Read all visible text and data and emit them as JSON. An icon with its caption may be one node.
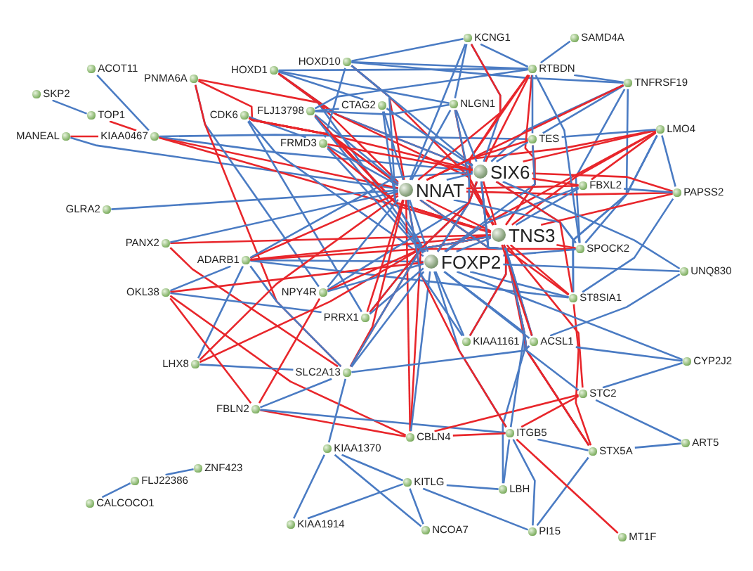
{
  "diagram": {
    "nodes": [
      {
        "text": [
          "KCNG1"
        ]
      },
      {
        "text": [
          "SAMD4A"
        ]
      },
      {
        "text": [
          "HOXD10"
        ]
      },
      {
        "text": [
          "ACOT11"
        ]
      },
      {
        "text": [
          "RTBDN"
        ]
      },
      {
        "text": [
          "HOXD1"
        ]
      },
      {
        "text": [
          "PNMA6A"
        ]
      },
      {
        "text": [
          "TNFRSF19"
        ]
      },
      {
        "text": [
          "SKP2"
        ]
      },
      {
        "text": [
          "NLGN1"
        ]
      },
      {
        "text": [
          "CTAG2"
        ]
      },
      {
        "text": [
          "FLJ13798"
        ]
      },
      {
        "text": [
          "TOP1"
        ]
      },
      {
        "text": [
          "CDK6"
        ]
      },
      {
        "text": [
          "LMO4"
        ]
      },
      {
        "text": [
          "MANEAL"
        ]
      },
      {
        "text": [
          "KIAA0467"
        ]
      },
      {
        "text": [
          "TES"
        ]
      },
      {
        "text": [
          "FRMD3"
        ]
      },
      {
        "text": [
          "SIX6"
        ]
      },
      {
        "text": [
          "FBXL2"
        ]
      },
      {
        "text": [
          "NNAT"
        ]
      },
      {
        "text": [
          "PAPSS2"
        ]
      },
      {
        "text": [
          "GLRA2"
        ]
      },
      {
        "text": [
          "TNS3"
        ]
      },
      {
        "text": [
          "PANX2"
        ]
      },
      {
        "text": [
          "SPOCK2"
        ]
      },
      {
        "text": [
          "ADARB1"
        ]
      },
      {
        "text": [
          "FOXP2"
        ]
      },
      {
        "text": [
          "UNQ830"
        ]
      },
      {
        "text": [
          "OKL38"
        ]
      },
      {
        "text": [
          "NPY4R"
        ]
      },
      {
        "text": [
          "ST8SIA1"
        ]
      },
      {
        "text": [
          "PRRX1"
        ]
      },
      {
        "text": [
          "KIAA1161"
        ]
      },
      {
        "text": [
          "ACSL1"
        ]
      },
      {
        "text": [
          "CYP2J2"
        ]
      },
      {
        "text": [
          "LHX8"
        ]
      },
      {
        "text": [
          "SLC2A13"
        ]
      },
      {
        "text": [
          "STC2"
        ]
      },
      {
        "text": [
          "FBLN2"
        ]
      },
      {
        "text": [
          "ITGB5"
        ]
      },
      {
        "text": [
          "CBLN4"
        ]
      },
      {
        "text": [
          "ART5"
        ]
      },
      {
        "text": [
          "KIAA1370"
        ]
      },
      {
        "text": [
          "STX5A"
        ]
      },
      {
        "text": [
          "ZNF423"
        ]
      },
      {
        "text": [
          "FLJ22386"
        ]
      },
      {
        "text": [
          "KITLG"
        ]
      },
      {
        "text": [
          "LBH"
        ]
      },
      {
        "text": [
          "CALCOCO1"
        ]
      },
      {
        "text": [
          "KIAA1914"
        ]
      },
      {
        "text": [
          "NCOA7"
        ]
      },
      {
        "text": [
          "PI15"
        ]
      },
      {
        "text": [
          "MT1F"
        ]
      }
    ],
    "edges": [
      {
        "from": 3,
        "to": 16,
        "arrow": "none"
      },
      {
        "from": 8,
        "to": 12,
        "arrow": "none"
      },
      {
        "from": 12,
        "to": 16,
        "arrow": "none",
        "color": "#e8262b"
      },
      {
        "from": 15,
        "to": 16,
        "arrow": "none",
        "color": "#e8262b"
      },
      {
        "from": 15,
        "to": 21,
        "arrow": "none"
      },
      {
        "from": 16,
        "to": 17,
        "arrow": "none"
      },
      {
        "from": 16,
        "to": 21,
        "arrow": "none",
        "color": "#e8262b"
      },
      {
        "from": 16,
        "to": 19,
        "arrow": "none"
      },
      {
        "from": 16,
        "to": 24,
        "arrow": "none",
        "color": "#e8262b"
      },
      {
        "from": 6,
        "to": 19,
        "arrow": "none",
        "color": "#e8262b"
      },
      {
        "from": 6,
        "to": 21,
        "arrow": "none",
        "color": "#e8262b"
      },
      {
        "from": 6,
        "to": 31,
        "arrow": "none"
      },
      {
        "from": 6,
        "to": 38,
        "arrow": "none",
        "color": "#e8262b"
      },
      {
        "from": 5,
        "to": 10,
        "arrow": "none"
      },
      {
        "from": 5,
        "to": 9,
        "arrow": "none"
      },
      {
        "from": 5,
        "to": 4,
        "arrow": "none"
      },
      {
        "from": 5,
        "to": 19,
        "arrow": "none"
      },
      {
        "from": 5,
        "to": 28,
        "arrow": "none"
      },
      {
        "from": 5,
        "to": 24,
        "arrow": "none",
        "color": "#e8262b"
      },
      {
        "from": 5,
        "to": 21,
        "arrow": "none",
        "color": "#e8262b"
      },
      {
        "from": 2,
        "to": 0,
        "arrow": "none"
      },
      {
        "from": 2,
        "to": 4,
        "arrow": "none"
      },
      {
        "from": 2,
        "to": 7,
        "arrow": "none"
      },
      {
        "from": 2,
        "to": 21,
        "arrow": "none",
        "color": "#e8262b"
      },
      {
        "from": 2,
        "to": 24,
        "arrow": "none",
        "color": "#e8262b"
      },
      {
        "from": 2,
        "to": 28,
        "arrow": "none"
      },
      {
        "from": 2,
        "to": 19,
        "arrow": "none"
      },
      {
        "from": 2,
        "to": 18,
        "arrow": "none"
      },
      {
        "from": 13,
        "to": 18,
        "arrow": "none"
      },
      {
        "from": 13,
        "to": 21,
        "arrow": "none",
        "color": "#e8262b"
      },
      {
        "from": 13,
        "to": 19,
        "arrow": "none",
        "color": "#e8262b"
      },
      {
        "from": 13,
        "to": 24,
        "arrow": "none",
        "color": "#e8262b"
      },
      {
        "from": 13,
        "to": 28,
        "arrow": "none"
      },
      {
        "from": 13,
        "to": 33,
        "arrow": "none"
      },
      {
        "from": 11,
        "to": 10,
        "arrow": "none"
      },
      {
        "from": 11,
        "to": 9,
        "arrow": "none"
      },
      {
        "from": 11,
        "to": 4,
        "arrow": "none"
      },
      {
        "from": 11,
        "to": 21,
        "arrow": "none"
      },
      {
        "from": 11,
        "to": 24,
        "arrow": "none",
        "color": "#e8262b"
      },
      {
        "from": 11,
        "to": 28,
        "arrow": "none"
      },
      {
        "from": 23,
        "to": 21,
        "arrow": "none"
      },
      {
        "from": 25,
        "to": 24,
        "arrow": "none",
        "color": "#e8262b"
      },
      {
        "from": 25,
        "to": 38,
        "arrow": "none",
        "color": "#e8262b"
      },
      {
        "from": 25,
        "to": 21,
        "arrow": "none"
      },
      {
        "from": 27,
        "to": 37,
        "arrow": "none"
      },
      {
        "from": 27,
        "to": 30,
        "arrow": "none"
      },
      {
        "from": 27,
        "to": 38,
        "arrow": "none"
      },
      {
        "from": 27,
        "to": 21,
        "arrow": "none",
        "color": "#e8262b"
      },
      {
        "from": 27,
        "to": 19,
        "arrow": "none"
      },
      {
        "from": 27,
        "to": 28,
        "arrow": "none"
      },
      {
        "from": 27,
        "to": 24,
        "arrow": "none",
        "color": "#e8262b"
      },
      {
        "from": 27,
        "to": 32,
        "arrow": "none"
      },
      {
        "from": 27,
        "to": 26,
        "arrow": "none",
        "color": "#e8262b"
      },
      {
        "from": 30,
        "to": 28,
        "arrow": "none",
        "color": "#e8262b"
      },
      {
        "from": 30,
        "to": 33,
        "arrow": "none"
      },
      {
        "from": 30,
        "to": 42,
        "arrow": "none",
        "color": "#e8262b"
      },
      {
        "from": 37,
        "to": 38,
        "arrow": "none"
      },
      {
        "from": 37,
        "to": 21,
        "arrow": "none",
        "color": "#e8262b"
      },
      {
        "from": 37,
        "to": 24,
        "arrow": "none",
        "color": "#e8262b"
      },
      {
        "from": 40,
        "to": 30,
        "arrow": "none",
        "color": "#e8262b"
      },
      {
        "from": 40,
        "to": 31,
        "arrow": "none",
        "color": "#e8262b"
      },
      {
        "from": 40,
        "to": 38,
        "arrow": "none"
      },
      {
        "from": 40,
        "to": 42,
        "arrow": "none",
        "color": "#e8262b"
      },
      {
        "from": 40,
        "to": 41,
        "arrow": "none"
      },
      {
        "from": 44,
        "to": 38,
        "arrow": "none"
      },
      {
        "from": 44,
        "to": 51,
        "arrow": "none"
      },
      {
        "from": 44,
        "to": 52,
        "arrow": "none"
      },
      {
        "from": 44,
        "to": 48,
        "arrow": "none"
      },
      {
        "from": 51,
        "to": 48,
        "arrow": "none"
      },
      {
        "from": 48,
        "to": 49,
        "arrow": "none"
      },
      {
        "from": 48,
        "to": 53,
        "arrow": "none"
      },
      {
        "from": 48,
        "to": 52,
        "arrow": "none"
      },
      {
        "from": 49,
        "to": 41,
        "arrow": "none"
      },
      {
        "from": 49,
        "to": 24,
        "arrow": "none"
      },
      {
        "from": 53,
        "to": 41,
        "arrow": "none"
      },
      {
        "from": 53,
        "to": 45,
        "arrow": "none"
      },
      {
        "from": 54,
        "to": 41,
        "arrow": "none",
        "color": "#e8262b"
      },
      {
        "from": 43,
        "to": 45,
        "arrow": "none"
      },
      {
        "from": 43,
        "to": 39,
        "arrow": "none"
      },
      {
        "from": 45,
        "to": 41,
        "arrow": "none"
      },
      {
        "from": 45,
        "to": 32,
        "arrow": "none",
        "color": "#e8262b"
      },
      {
        "from": 45,
        "to": 28,
        "arrow": "none"
      },
      {
        "from": 45,
        "to": 21,
        "arrow": "none",
        "color": "#e8262b"
      },
      {
        "from": 45,
        "to": 19,
        "arrow": "none",
        "color": "#e8262b"
      },
      {
        "from": 39,
        "to": 36,
        "arrow": "none"
      },
      {
        "from": 39,
        "to": 41,
        "arrow": "none",
        "color": "#e8262b"
      },
      {
        "from": 39,
        "to": 42,
        "arrow": "none",
        "color": "#e8262b"
      },
      {
        "from": 39,
        "to": 28,
        "arrow": "none"
      },
      {
        "from": 39,
        "to": 24,
        "arrow": "none",
        "color": "#e8262b"
      },
      {
        "from": 42,
        "to": 41,
        "arrow": "none",
        "color": "#e8262b"
      },
      {
        "from": 42,
        "to": 21,
        "arrow": "none",
        "color": "#e8262b"
      },
      {
        "from": 42,
        "to": 24,
        "arrow": "none",
        "color": "#e8262b"
      },
      {
        "from": 42,
        "to": 28,
        "arrow": "none"
      },
      {
        "from": 41,
        "to": 28,
        "arrow": "none"
      },
      {
        "from": 41,
        "to": 19,
        "arrow": "none"
      },
      {
        "from": 41,
        "to": 21,
        "arrow": "none",
        "color": "#e8262b"
      },
      {
        "from": 29,
        "to": 35,
        "arrow": "none"
      },
      {
        "from": 36,
        "to": 35,
        "arrow": "none"
      },
      {
        "from": 36,
        "to": 28,
        "arrow": "none"
      },
      {
        "from": 1,
        "to": 4,
        "arrow": "none"
      },
      {
        "from": 4,
        "to": 7,
        "arrow": "none"
      },
      {
        "from": 4,
        "to": 0,
        "arrow": "none"
      },
      {
        "from": 7,
        "to": 17,
        "arrow": "none"
      },
      {
        "from": 7,
        "to": 19,
        "arrow": "none"
      },
      {
        "from": 7,
        "to": 26,
        "arrow": "none"
      },
      {
        "from": 7,
        "to": 32,
        "arrow": "none"
      },
      {
        "from": 7,
        "to": 21,
        "arrow": "none",
        "color": "#e8262b"
      },
      {
        "from": 14,
        "to": 19,
        "arrow": "none",
        "color": "#e8262b"
      },
      {
        "from": 14,
        "to": 21,
        "arrow": "none",
        "color": "#e8262b"
      },
      {
        "from": 14,
        "to": 24,
        "arrow": "none",
        "color": "#e8262b"
      },
      {
        "from": 14,
        "to": 28,
        "arrow": "none",
        "color": "#e8262b"
      },
      {
        "from": 14,
        "to": 20,
        "arrow": "none",
        "color": "#e8262b"
      },
      {
        "from": 14,
        "to": 17,
        "arrow": "none"
      },
      {
        "from": 14,
        "to": 26,
        "arrow": "none"
      },
      {
        "from": 14,
        "to": 32,
        "arrow": "none"
      },
      {
        "from": 14,
        "to": 22,
        "arrow": "none"
      },
      {
        "from": 22,
        "to": 19,
        "arrow": "none",
        "color": "#e8262b"
      },
      {
        "from": 22,
        "to": 21,
        "arrow": "none",
        "color": "#e8262b"
      },
      {
        "from": 22,
        "to": 24,
        "arrow": "none",
        "color": "#e8262b"
      },
      {
        "from": 22,
        "to": 20,
        "arrow": "none"
      },
      {
        "from": 22,
        "to": 32,
        "arrow": "none"
      },
      {
        "from": 46,
        "to": 47,
        "arrow": "none"
      },
      {
        "from": 47,
        "to": 50,
        "arrow": "none"
      },
      {
        "from": 0,
        "to": 19,
        "arrow": "none"
      },
      {
        "from": 0,
        "to": 21,
        "arrow": "none"
      },
      {
        "from": 0,
        "to": 24,
        "arrow": "none",
        "color": "#e8262b"
      },
      {
        "from": 0,
        "to": 9,
        "arrow": "none"
      },
      {
        "from": 4,
        "to": 19,
        "arrow": "none",
        "color": "#e8262b"
      },
      {
        "from": 4,
        "to": 21,
        "arrow": "none",
        "color": "#e8262b"
      },
      {
        "from": 4,
        "to": 24,
        "arrow": "none",
        "color": "#e8262b"
      },
      {
        "from": 4,
        "to": 28,
        "arrow": "none",
        "color": "#e8262b"
      },
      {
        "from": 4,
        "to": 26,
        "arrow": "none"
      },
      {
        "from": 4,
        "to": 17,
        "arrow": "none"
      },
      {
        "from": 9,
        "to": 19,
        "arrow": "none"
      },
      {
        "from": 9,
        "to": 21,
        "arrow": "none"
      },
      {
        "from": 9,
        "to": 24,
        "arrow": "none",
        "color": "#e8262b"
      },
      {
        "from": 9,
        "to": 28,
        "arrow": "none"
      },
      {
        "from": 10,
        "to": 19,
        "arrow": "none"
      },
      {
        "from": 10,
        "to": 21,
        "arrow": "none"
      },
      {
        "from": 10,
        "to": 28,
        "arrow": "none"
      },
      {
        "from": 18,
        "to": 21,
        "arrow": "none"
      },
      {
        "from": 18,
        "to": 19,
        "arrow": "none",
        "color": "#e8262b"
      },
      {
        "from": 18,
        "to": 24,
        "arrow": "none",
        "color": "#e8262b"
      },
      {
        "from": 18,
        "to": 28,
        "arrow": "none"
      },
      {
        "from": 17,
        "to": 19,
        "arrow": "none"
      },
      {
        "from": 17,
        "to": 21,
        "arrow": "none",
        "color": "#e8262b"
      },
      {
        "from": 17,
        "to": 24,
        "arrow": "none",
        "color": "#e8262b"
      },
      {
        "from": 17,
        "to": 28,
        "arrow": "none"
      },
      {
        "from": 20,
        "to": 19,
        "arrow": "none",
        "color": "#e8262b"
      },
      {
        "from": 20,
        "to": 21,
        "arrow": "none",
        "color": "#e8262b"
      },
      {
        "from": 20,
        "to": 24,
        "arrow": "none"
      },
      {
        "from": 20,
        "to": 28,
        "arrow": "none"
      },
      {
        "from": 19,
        "to": 21,
        "arrow": "none"
      },
      {
        "from": 19,
        "to": 24,
        "arrow": "none",
        "color": "#e8262b"
      },
      {
        "from": 19,
        "to": 28,
        "arrow": "none"
      },
      {
        "from": 21,
        "to": 24,
        "arrow": "none",
        "color": "#e8262b"
      },
      {
        "from": 21,
        "to": 28,
        "arrow": "none"
      },
      {
        "from": 24,
        "to": 28,
        "arrow": "none"
      },
      {
        "from": 26,
        "to": 21,
        "arrow": "none"
      },
      {
        "from": 26,
        "to": 19,
        "arrow": "none"
      },
      {
        "from": 26,
        "to": 24,
        "arrow": "none",
        "color": "#e8262b"
      },
      {
        "from": 26,
        "to": 28,
        "arrow": "none"
      },
      {
        "from": 32,
        "to": 21,
        "arrow": "none",
        "color": "#e8262b"
      },
      {
        "from": 32,
        "to": 19,
        "arrow": "none",
        "color": "#e8262b"
      },
      {
        "from": 32,
        "to": 24,
        "arrow": "none",
        "color": "#e8262b"
      },
      {
        "from": 32,
        "to": 28,
        "arrow": "none"
      },
      {
        "from": 31,
        "to": 21,
        "arrow": "none"
      },
      {
        "from": 31,
        "to": 19,
        "arrow": "none"
      },
      {
        "from": 31,
        "to": 24,
        "arrow": "none",
        "color": "#e8262b"
      },
      {
        "from": 31,
        "to": 28,
        "arrow": "none"
      },
      {
        "from": 33,
        "to": 21,
        "arrow": "none",
        "color": "#e8262b"
      },
      {
        "from": 33,
        "to": 19,
        "arrow": "none"
      },
      {
        "from": 33,
        "to": 24,
        "arrow": "none",
        "color": "#e8262b"
      },
      {
        "from": 33,
        "to": 28,
        "arrow": "none"
      },
      {
        "from": 34,
        "to": 21,
        "arrow": "none"
      },
      {
        "from": 34,
        "to": 19,
        "arrow": "none"
      },
      {
        "from": 34,
        "to": 24,
        "arrow": "none",
        "color": "#e8262b"
      },
      {
        "from": 34,
        "to": 28,
        "arrow": "none"
      },
      {
        "from": 35,
        "to": 21,
        "arrow": "none"
      },
      {
        "from": 35,
        "to": 19,
        "arrow": "none"
      },
      {
        "from": 35,
        "to": 24,
        "arrow": "none",
        "color": "#e8262b"
      },
      {
        "from": 35,
        "to": 28,
        "arrow": "none"
      },
      {
        "from": 38,
        "to": 21,
        "arrow": "none",
        "color": "#e8262b"
      },
      {
        "from": 38,
        "to": 19,
        "arrow": "none",
        "color": "#e8262b"
      },
      {
        "from": 38,
        "to": 24,
        "arrow": "none"
      },
      {
        "from": 38,
        "to": 28,
        "arrow": "none"
      },
      {
        "from": 38,
        "to": 35,
        "arrow": "none"
      },
      {
        "from": 29,
        "to": 28,
        "arrow": "none"
      },
      {
        "from": 29,
        "to": 19,
        "arrow": "none"
      }
    ]
  }
}
